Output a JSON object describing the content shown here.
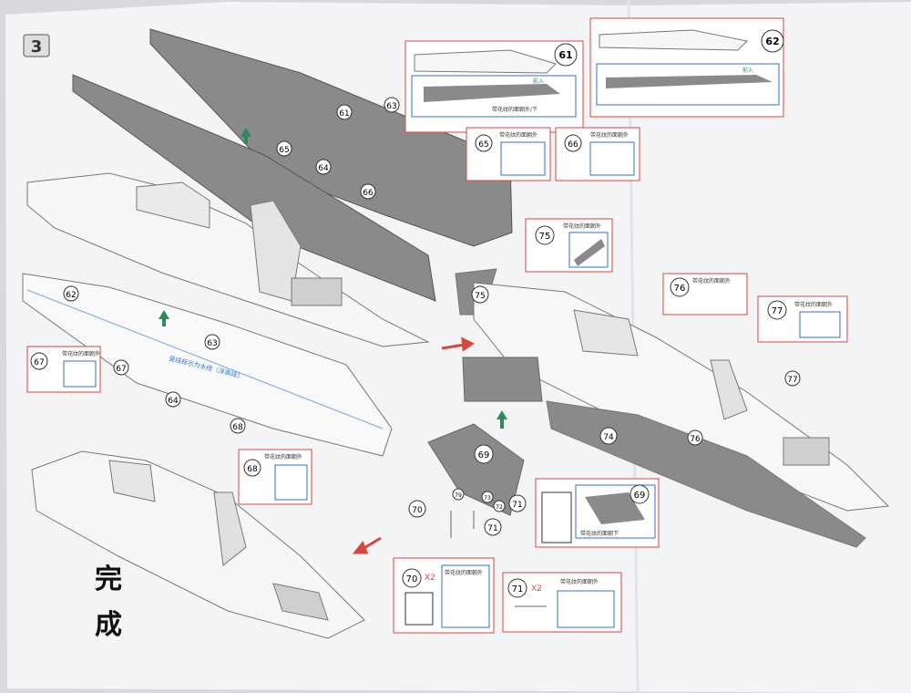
{
  "step_number": "3",
  "finish_text": [
    "完",
    "成"
  ],
  "parts": {
    "p61": "61",
    "p62": "62",
    "p63": "63",
    "p64": "64",
    "p65": "65",
    "p66": "66",
    "p67": "67",
    "p68": "68",
    "p69": "69",
    "p70": "70",
    "p71": "71",
    "p72": "72",
    "p73": "73",
    "p74": "74",
    "p75": "75",
    "p76": "76",
    "p77": "77",
    "p79": "79"
  },
  "captions": {
    "patterned_face_out": "带花纹的面朝外",
    "patterned_face_out_down": "带花纹的面朝外/下",
    "patterned_face_down": "带花纹的面朝下",
    "insert": "前入",
    "waterline": "竖线标示为水线（浮高线）"
  },
  "multipliers": {
    "x2": "X2"
  },
  "colors": {
    "frame_red": "#d9463c",
    "arrow_blue": "#2f6fd0",
    "arrow_green": "#2e8b57",
    "part_gray": "#8a8a8a"
  }
}
